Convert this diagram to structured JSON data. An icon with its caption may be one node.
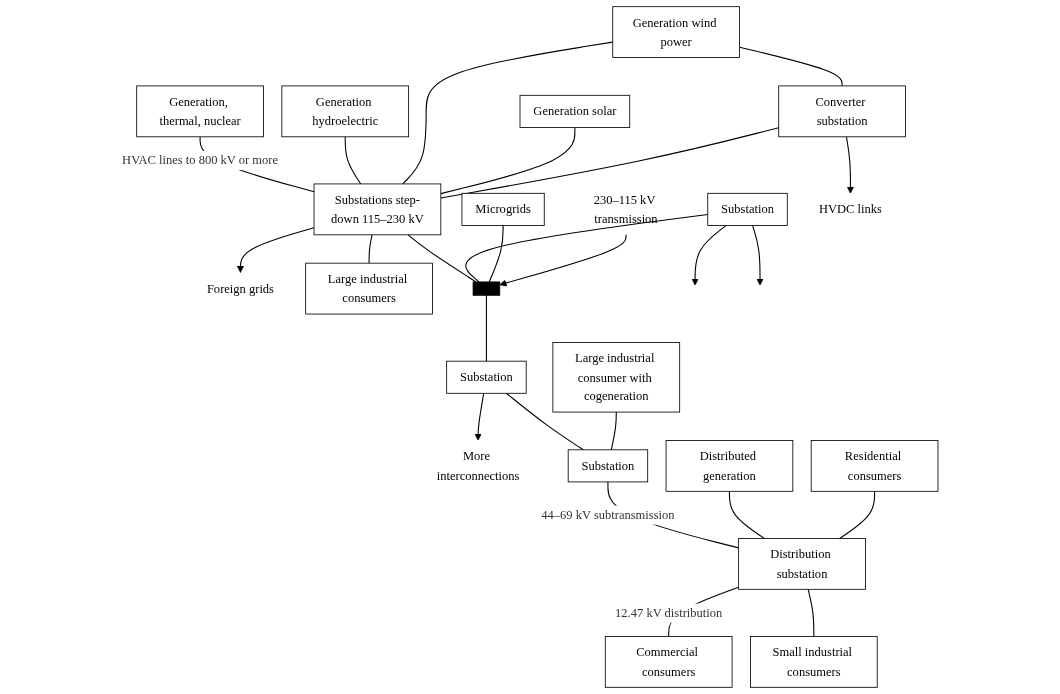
{
  "diagram": {
    "nodes": [
      {
        "text": [
          "Generation, thermal, nuclear"
        ]
      },
      {
        "text": [
          "Generation hydroelectric"
        ]
      },
      {
        "text": [
          "Generation wind power"
        ]
      },
      {
        "text": [
          "Generation solar"
        ]
      },
      {
        "text": [
          "Foreign grids"
        ]
      },
      {
        "text": [
          "Substations step-down 115–230 kV"
        ]
      },
      {
        "text": [
          "Substation"
        ]
      },
      {
        "text": [
          "More interconnections"
        ]
      },
      {
        "text": [
          "Substation"
        ]
      },
      {
        "text": [
          "Microgrids"
        ]
      },
      {
        "text": [
          "230–115 kV transmission"
        ]
      },
      {
        "text": [
          "Large industrial consumers"
        ]
      },
      {
        "text": [
          "Converter substation"
        ]
      },
      {
        "text": [
          "HVDC links"
        ]
      },
      {
        "text": [
          "Large industrial consumer with cogeneration"
        ]
      },
      {
        "text": [
          "Commercial consumers"
        ]
      },
      {
        "text": [
          "Distribution substation"
        ]
      },
      {
        "text": [
          "Substation"
        ]
      },
      {
        "text": [
          "Distributed generation"
        ]
      },
      {
        "text": [
          "Residential consumers"
        ]
      },
      {
        "text": [
          "Small industrial consumers"
        ]
      },
      {
        "text": [],
        "shape": "bar"
      }
    ],
    "edges": [
      {
        "from": 0,
        "to": 5,
        "arrow": "none",
        "label": "HVAC lines to 800 kV or more"
      },
      {
        "from": 1,
        "to": 5,
        "arrow": "none"
      },
      {
        "from": 2,
        "to": 5,
        "arrow": "none"
      },
      {
        "from": 3,
        "to": 5,
        "arrow": "none"
      },
      {
        "from": 5,
        "to": 4,
        "arrow": "to"
      },
      {
        "from": 5,
        "to": 21,
        "arrow": "none"
      },
      {
        "from": 21,
        "to": 8,
        "arrow": "none"
      },
      {
        "from": 6,
        "to": 21,
        "arrow": "none"
      },
      {
        "from": 9,
        "to": 21,
        "arrow": "none"
      },
      {
        "from": 6,
        "to": null,
        "arrow": "to"
      },
      {
        "from": 6,
        "to": null,
        "arrow": "to"
      },
      {
        "from": 8,
        "to": 7,
        "arrow": "to"
      },
      {
        "from": 10,
        "to": 21,
        "arrow": "to"
      },
      {
        "from": 2,
        "to": 12,
        "arrow": "none"
      },
      {
        "from": 12,
        "to": 5,
        "arrow": "none"
      },
      {
        "from": 5,
        "to": 11,
        "arrow": "none"
      },
      {
        "from": 12,
        "to": 13,
        "arrow": "to"
      },
      {
        "from": 8,
        "to": 17,
        "arrow": "none"
      },
      {
        "from": 14,
        "to": 17,
        "arrow": "none"
      },
      {
        "from": 17,
        "to": 16,
        "arrow": "none",
        "label": "44–69 kV subtransmission"
      },
      {
        "from": 18,
        "to": 16,
        "arrow": "none"
      },
      {
        "from": 16,
        "to": 15,
        "arrow": "none",
        "label": "12.47 kV distribution"
      },
      {
        "from": 19,
        "to": 16,
        "arrow": "none"
      },
      {
        "from": 16,
        "to": 20,
        "arrow": "none"
      }
    ]
  }
}
